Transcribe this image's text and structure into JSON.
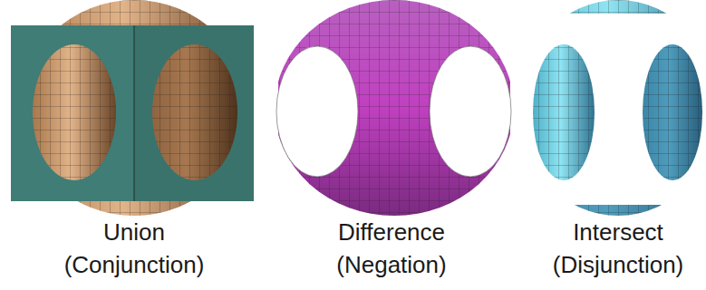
{
  "diagram": {
    "labels": [
      "Union (Conjunction)",
      "Difference (Negation)",
      "Intersect (Disjunction)"
    ]
  }
}
